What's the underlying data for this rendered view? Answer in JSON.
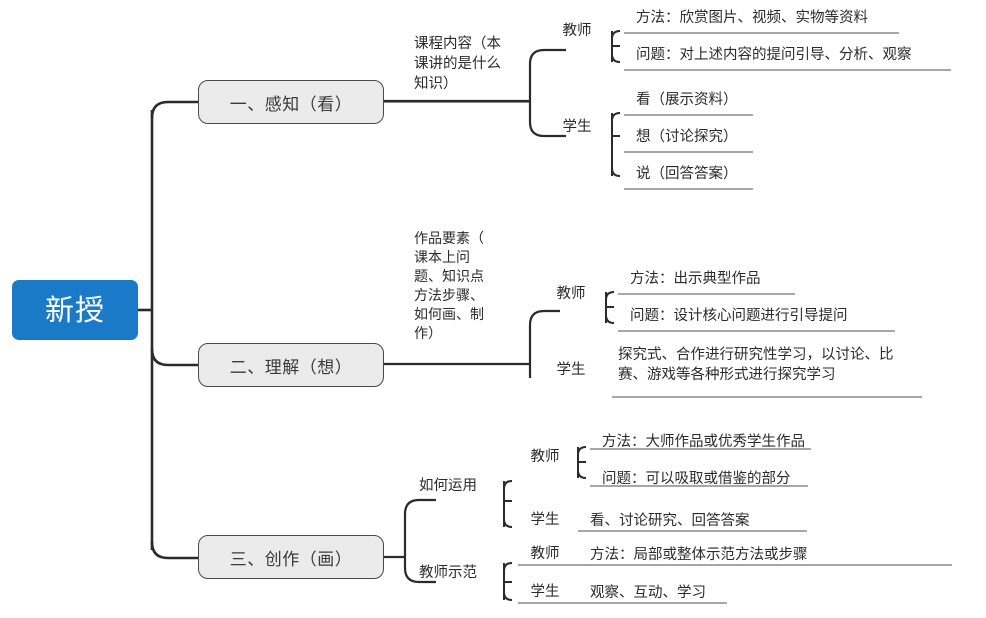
{
  "diagram": {
    "title": "新授",
    "type": "mindmap",
    "root": {
      "label": "新授",
      "color": "#1b7ac7",
      "text_color": "#ffffff"
    },
    "branch_style": {
      "fill": "#ebebeb",
      "border": "#4a4a4a",
      "text_color": "#3a3a3a"
    },
    "line_color": "#2b2b2b",
    "line_color_light": "#8a8a8a",
    "branches": [
      {
        "label": "一、感知（看）",
        "topic": "课程内容（本\n课讲的是什么\n知识）",
        "roles": [
          {
            "name": "教师",
            "items": [
              "方法：欣赏图片、视频、实物等资料",
              "问题：对上述内容的提问引导、分析、观察"
            ]
          },
          {
            "name": "学生",
            "items": [
              "看（展示资料）",
              "想（讨论探究）",
              "说（回答答案）"
            ]
          }
        ]
      },
      {
        "label": "二、理解（想）",
        "topic": "作品要素（\n课本上问\n题、知识点\n方法步骤、\n如何画、制\n作）",
        "roles": [
          {
            "name": "教师",
            "items": [
              "方法：出示典型作品",
              "问题：设计核心问题进行引导提问"
            ]
          },
          {
            "name": "学生",
            "items": [
              "探究式、合作进行研究性学习，以讨论、比\n赛、游戏等各种形式进行探究学习"
            ]
          }
        ]
      },
      {
        "label": "三、创作（画）",
        "groups": [
          {
            "name": "如何运用",
            "roles": [
              {
                "name": "教师",
                "items": [
                  "方法：大师作品或优秀学生作品",
                  "问题：可以吸取或借鉴的部分"
                ]
              },
              {
                "name": "学生",
                "items": [
                  "看、讨论研究、回答答案"
                ]
              }
            ]
          },
          {
            "name": "教师示范",
            "roles": [
              {
                "name": "教师",
                "items": [
                  "方法：局部或整体示范方法或步骤"
                ]
              },
              {
                "name": "学生",
                "items": [
                  "观察、互动、学习"
                ]
              }
            ]
          }
        ]
      }
    ]
  }
}
